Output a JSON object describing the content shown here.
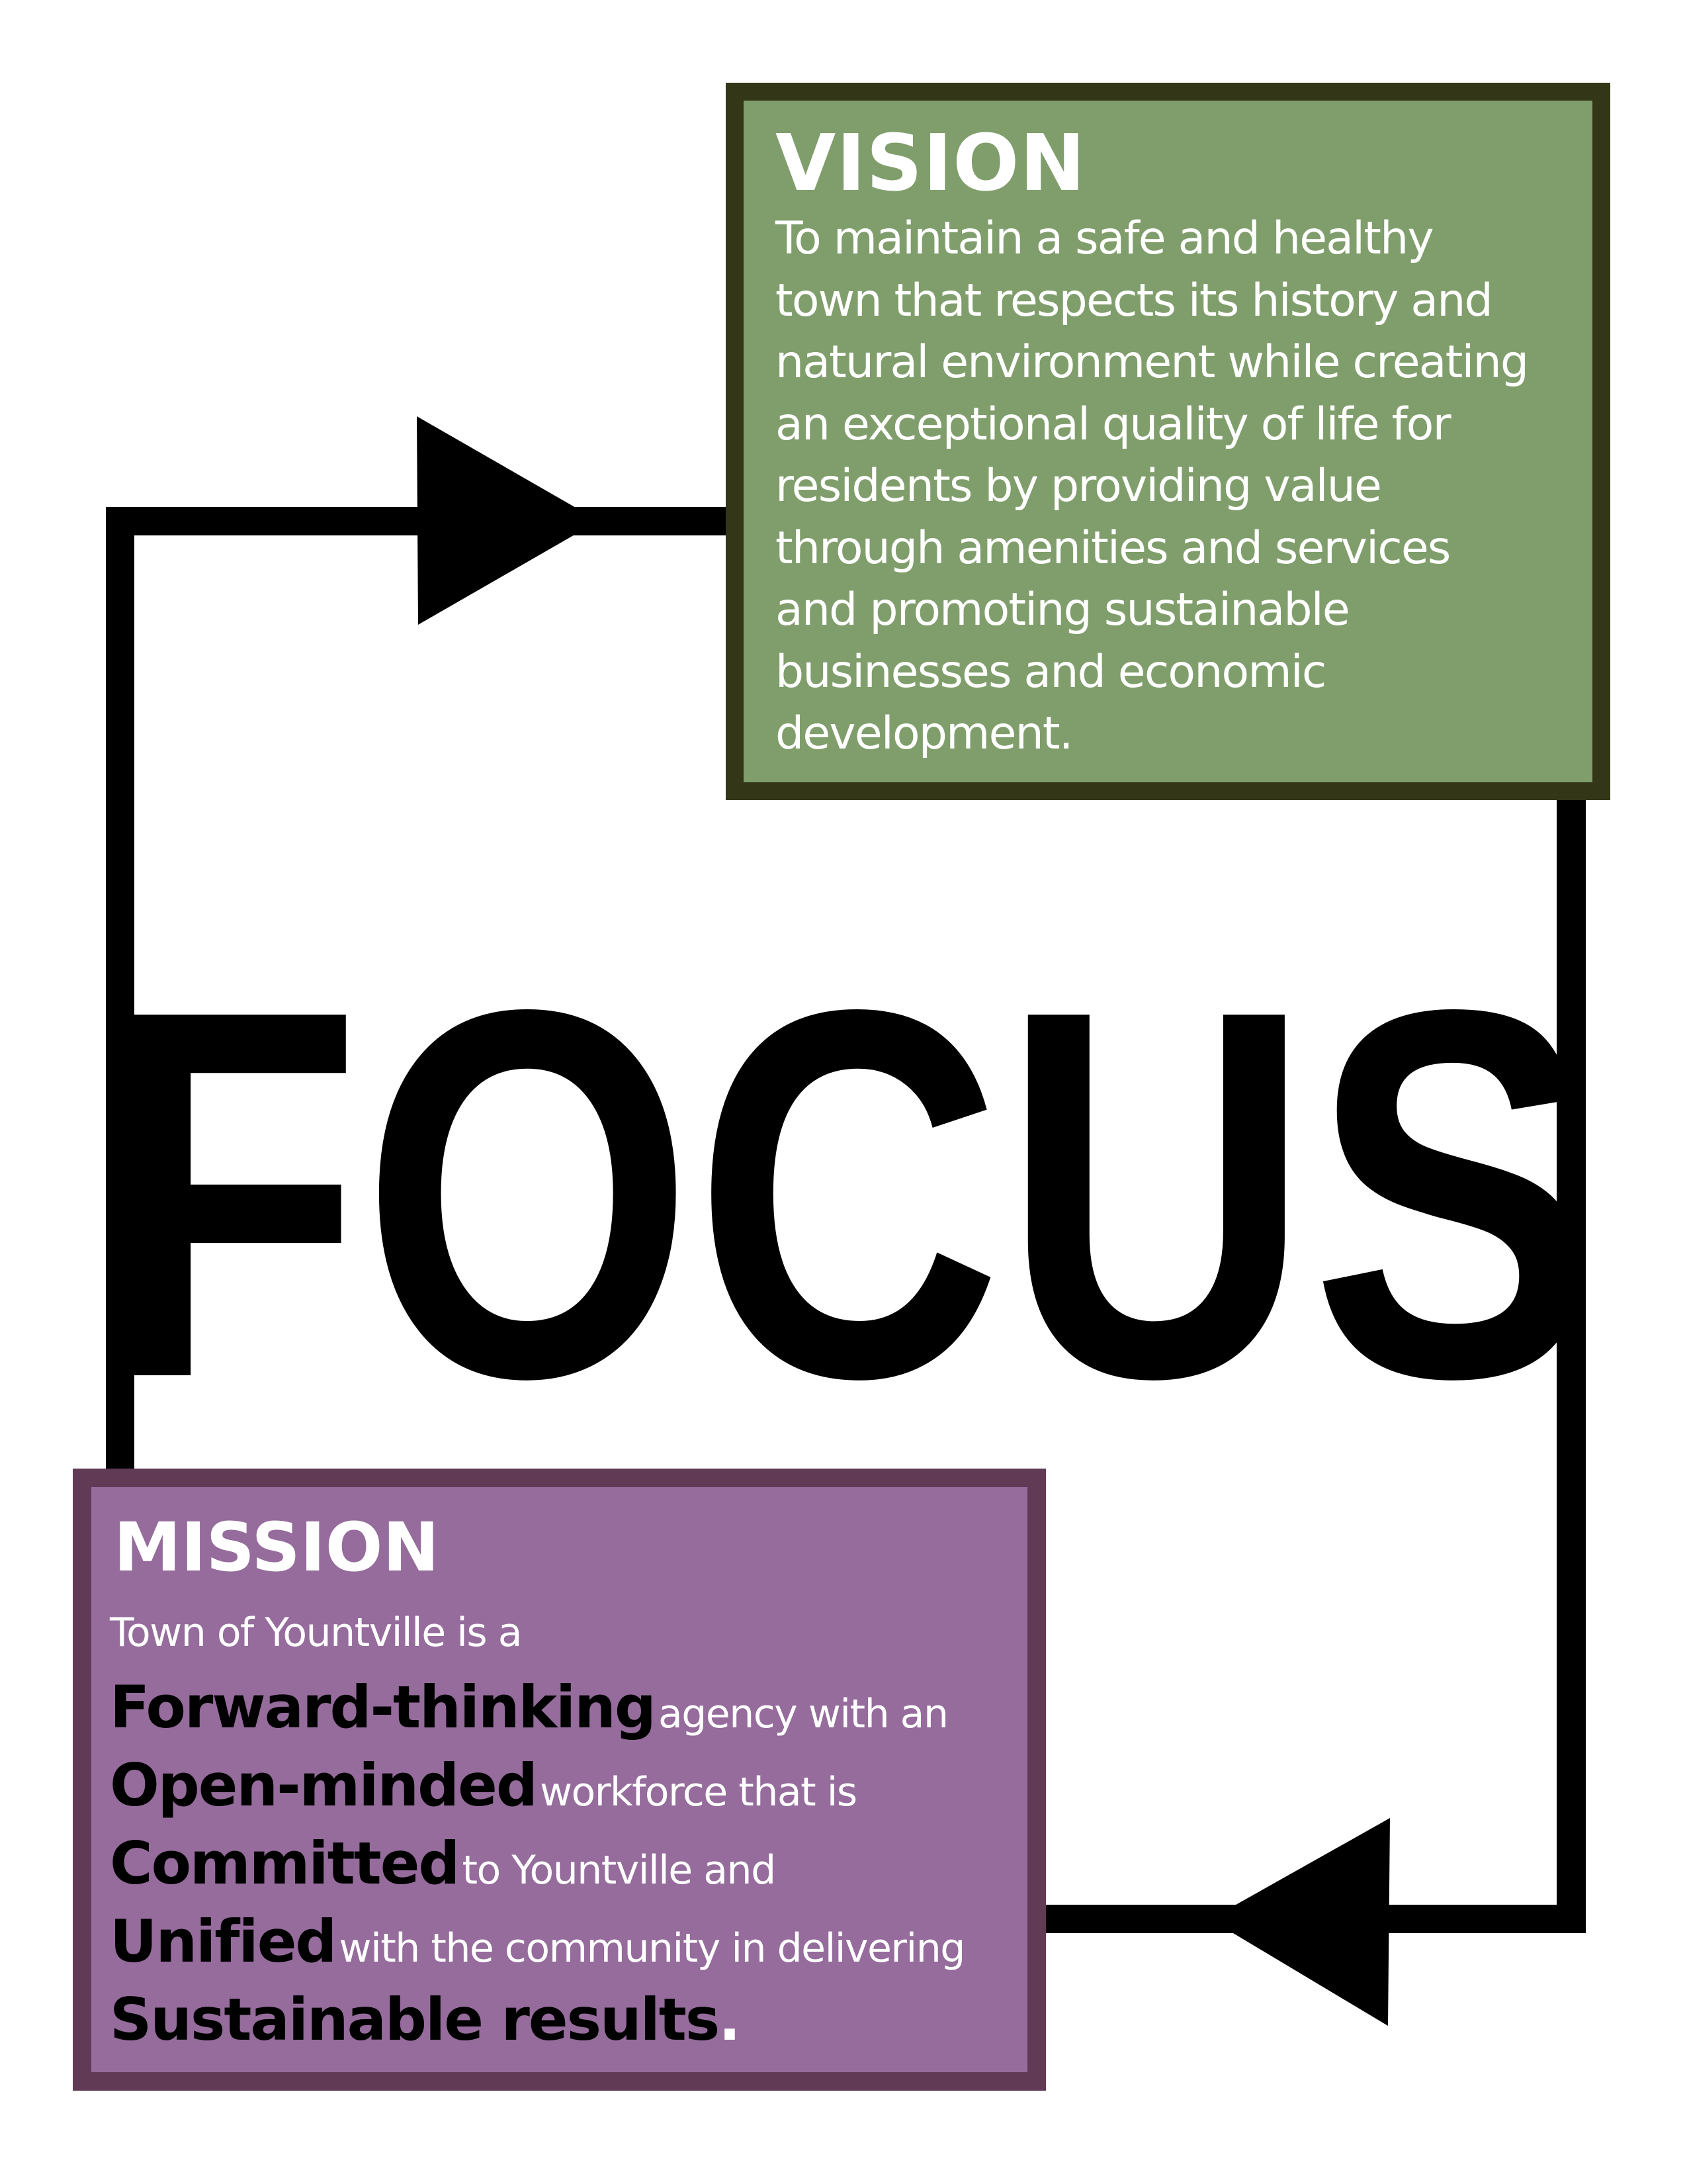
{
  "focus": {
    "word": "FOCUS",
    "color": "#000000"
  },
  "vision": {
    "title": "VISION",
    "lines": [
      "To maintain a safe and healthy",
      "town that respects its history and",
      "natural environment while creating",
      "an exceptional quality of life for",
      "residents by providing value",
      "through amenities and services",
      "and promoting sustainable",
      "businesses and economic",
      "development."
    ],
    "fill_color": "#809e6c",
    "border_color": "#333617"
  },
  "mission": {
    "title": "MISSION",
    "intro": "Town of Yountville is a",
    "lines": [
      {
        "keyword": "Forward-thinking",
        "rest": "agency with an"
      },
      {
        "keyword": "Open-minded",
        "rest": "workforce that is"
      },
      {
        "keyword": "Committed",
        "rest": "to Yountville and"
      },
      {
        "keyword": "Unified",
        "rest": "with the community in delivering"
      },
      {
        "keyword": "Sustainable results",
        "rest": ""
      }
    ],
    "closing_punctuation": ".",
    "fill_color": "#956c9c",
    "border_color": "#613a55"
  },
  "cycle": {
    "arrows": [
      "arrow-right-to-vision",
      "arrow-left-to-mission"
    ],
    "line_color": "#000000"
  }
}
